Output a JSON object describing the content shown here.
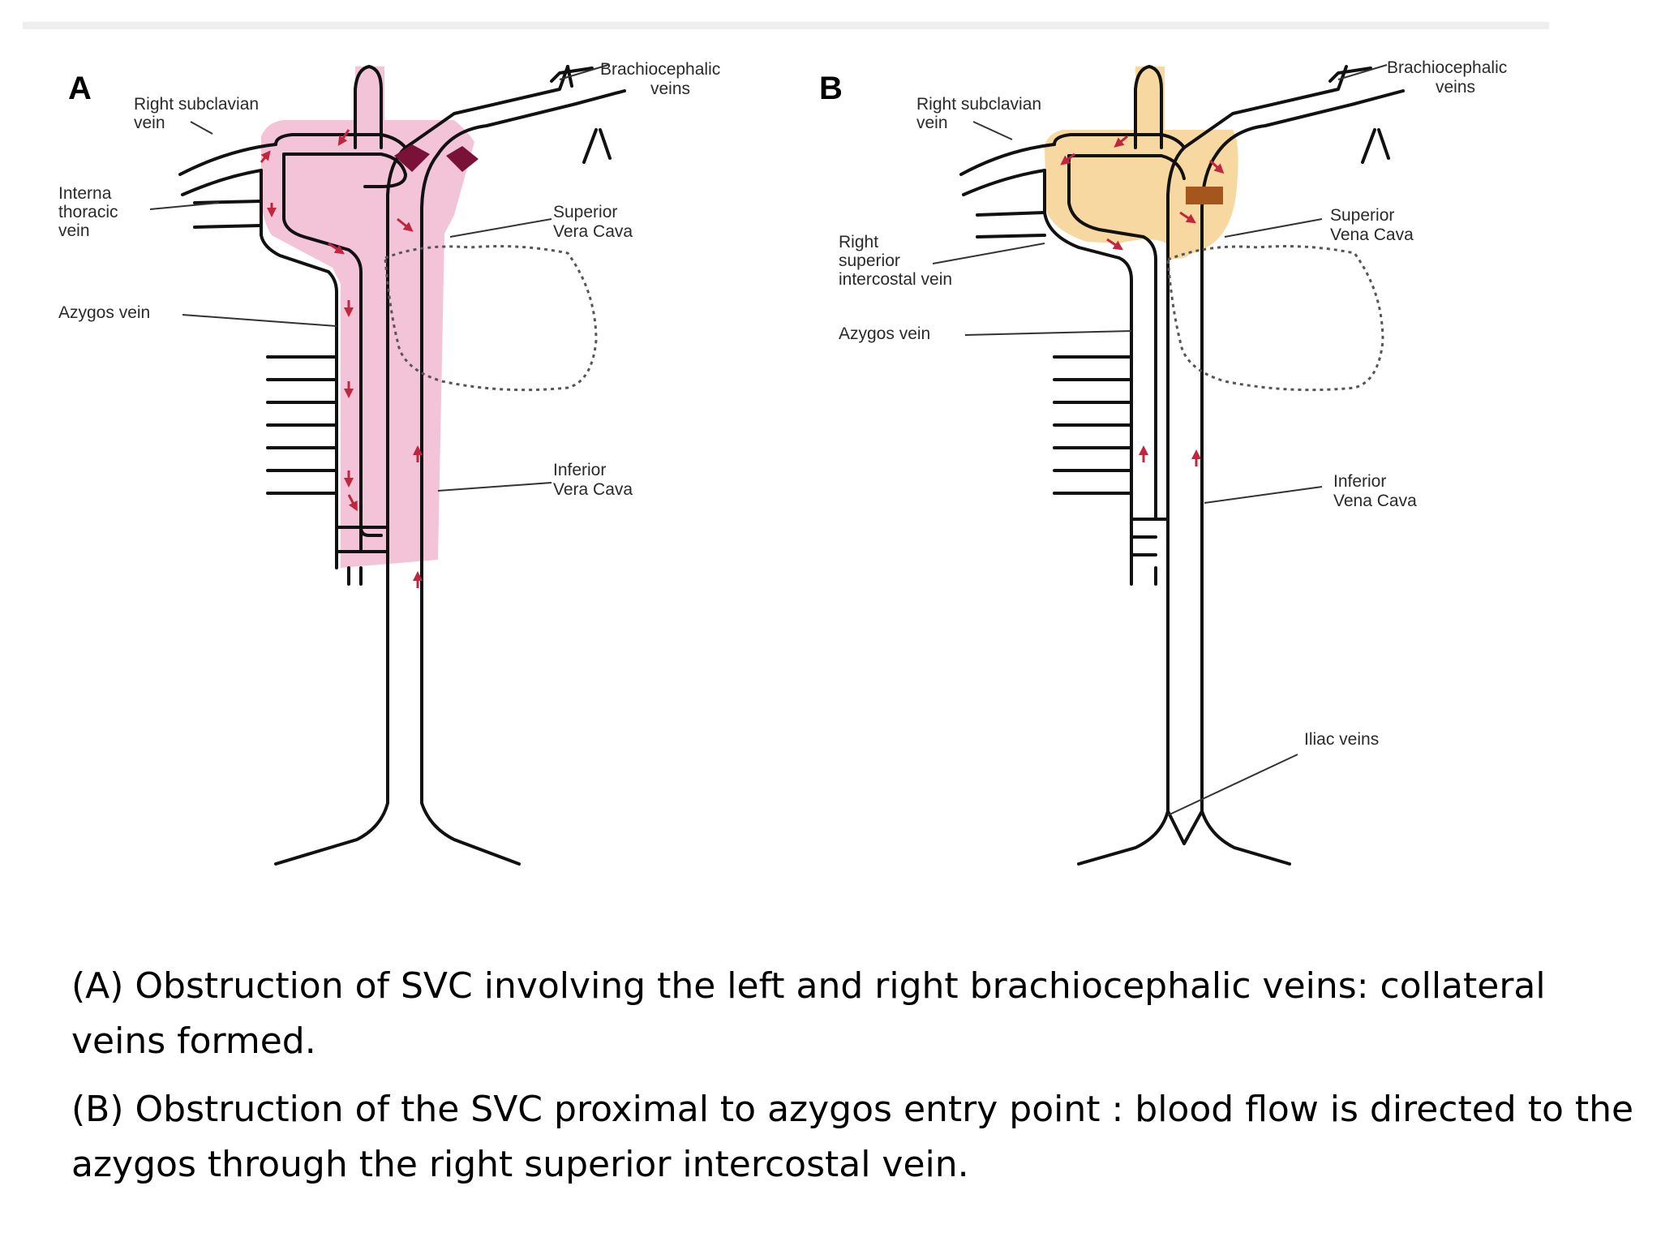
{
  "panel_a": {
    "letter": "A",
    "labels": {
      "right_subclavian": [
        "Right subclavian",
        "vein"
      ],
      "internal_thoracic": [
        "Interna",
        "thoracic",
        "vein"
      ],
      "azygos": "Azygos vein",
      "brachiocephalic": [
        "Brachiocephalic",
        "veins"
      ],
      "svc": [
        "Superior",
        "Vera Cava"
      ],
      "ivc": [
        "Inferior",
        "Vera Cava"
      ]
    }
  },
  "panel_b": {
    "letter": "B",
    "labels": {
      "right_subclavian": [
        "Right subclavian",
        "vein"
      ],
      "right_superior_intercostal": [
        "Right",
        "superior",
        "intercostal vein"
      ],
      "azygos": "Azygos vein",
      "brachiocephalic": [
        "Brachiocephalic",
        "veins"
      ],
      "svc": [
        "Superior",
        "Vena Cava"
      ],
      "ivc": [
        "Inferior",
        "Vena Cava"
      ],
      "iliac": "Iliac veins"
    }
  },
  "colors": {
    "collateral_a": "#f3c4d8",
    "obstruction_a": "#7a1237",
    "collateral_b": "#f6d8a0",
    "obstruction_b": "#a5561d",
    "arrow": "#c0263e"
  },
  "captions": {
    "a": "(A) Obstruction of SVC involving the left and right brachiocephalic veins: collateral veins formed.",
    "b": "(B) Obstruction of the SVC proximal to azygos entry point : blood flow is directed to the azygos through the right superior intercostal vein."
  }
}
